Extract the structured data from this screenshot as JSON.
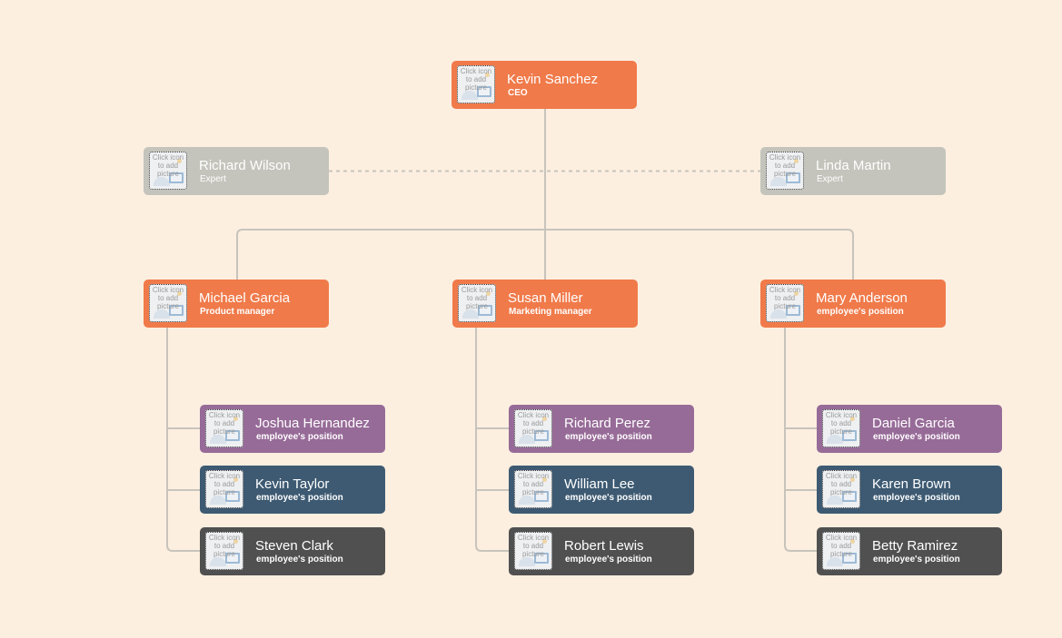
{
  "colors": {
    "background": "#fcefe0",
    "orange": "#f07a4a",
    "gray": "#c4c4bc",
    "purple": "#976b98",
    "blue": "#3d5a72",
    "dark": "#505050",
    "line": "#c8c4bc"
  },
  "photo_placeholder": "Click icon to add picture",
  "ceo": {
    "name": "Kevin Sanchez",
    "position": "CEO"
  },
  "experts": [
    {
      "name": "Richard Wilson",
      "position": "Expert"
    },
    {
      "name": "Linda Martin",
      "position": "Expert"
    }
  ],
  "managers": [
    {
      "name": "Michael Garcia",
      "position": "Product manager",
      "team": [
        {
          "name": "Joshua Hernandez",
          "position": "employee's position"
        },
        {
          "name": "Kevin Taylor",
          "position": "employee's position"
        },
        {
          "name": "Steven Clark",
          "position": "employee's position"
        }
      ]
    },
    {
      "name": "Susan Miller",
      "position": "Marketing manager",
      "team": [
        {
          "name": "Richard Perez",
          "position": "employee's position"
        },
        {
          "name": "William Lee",
          "position": "employee's position"
        },
        {
          "name": "Robert Lewis",
          "position": "employee's position"
        }
      ]
    },
    {
      "name": "Mary Anderson",
      "position": "employee's position",
      "team": [
        {
          "name": "Daniel Garcia",
          "position": "employee's position"
        },
        {
          "name": "Karen Brown",
          "position": "employee's position"
        },
        {
          "name": "Betty Ramirez",
          "position": "employee's position"
        }
      ]
    }
  ]
}
